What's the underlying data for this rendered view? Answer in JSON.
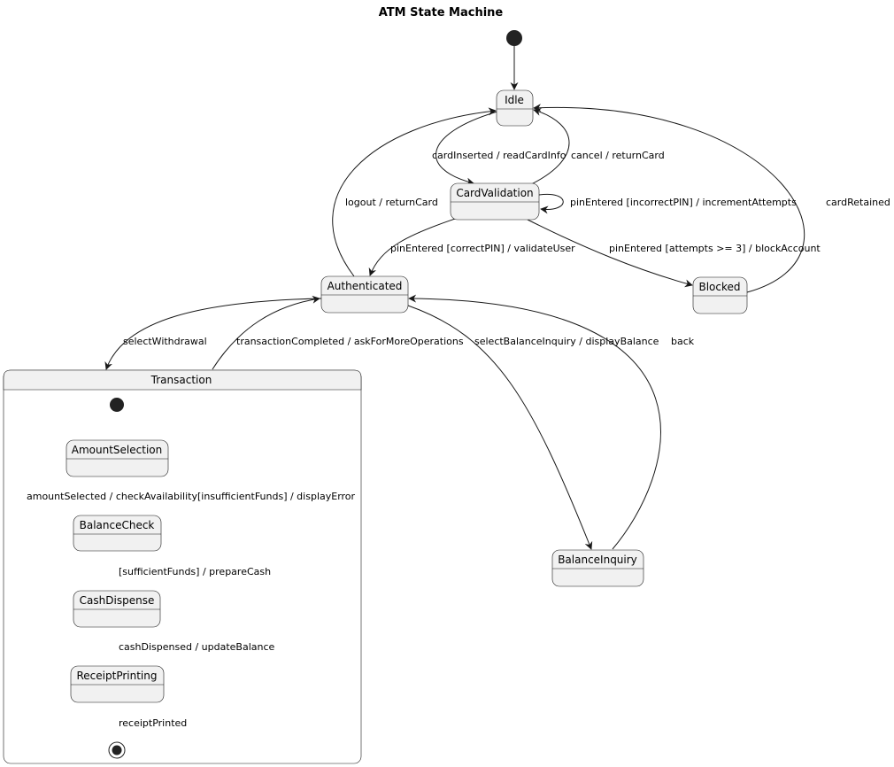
{
  "title": "ATM State Machine",
  "states": {
    "idle": "Idle",
    "card_validation": "CardValidation",
    "authenticated": "Authenticated",
    "blocked": "Blocked",
    "transaction": "Transaction",
    "amount_selection": "AmountSelection",
    "balance_check": "BalanceCheck",
    "cash_dispense": "CashDispense",
    "receipt_printing": "ReceiptPrinting",
    "balance_inquiry": "BalanceInquiry"
  },
  "transitions": {
    "card_inserted": "cardInserted / readCardInfo",
    "cancel": "cancel / returnCard",
    "incorrect_pin": "pinEntered [incorrectPIN] / incrementAttempts",
    "card_retained": "cardRetained",
    "logout": "logout / returnCard",
    "correct_pin": "pinEntered [correctPIN] / validateUser",
    "block_account": "pinEntered [attempts >= 3] / blockAccount",
    "select_withdrawal": "selectWithdrawal",
    "transaction_completed": "transactionCompleted / askForMoreOperations",
    "select_balance_inquiry": "selectBalanceInquiry / displayBalance",
    "back": "back",
    "amount_selected": "amountSelected / checkAvailability",
    "insufficient_funds": "[insufficientFunds] / displayError",
    "sufficient_funds": "[sufficientFunds] / prepareCash",
    "cash_dispensed": "cashDispensed / updateBalance",
    "receipt_printed": "receiptPrinted"
  }
}
